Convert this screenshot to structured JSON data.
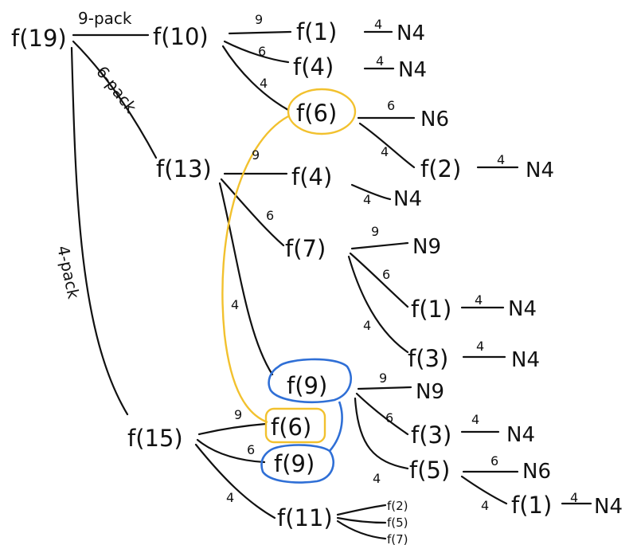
{
  "colors": {
    "ink": "#111111",
    "highlight_repeat_6": "#f2c12e",
    "highlight_repeat_9": "#2f6fd6"
  },
  "nodes": {
    "f19": "f(19)",
    "f10": "f(10)",
    "f13": "f(13)",
    "f15": "f(15)",
    "f1_a": "f(1)",
    "f4_a": "f(4)",
    "f6_a": "f(6)",
    "f2_a": "f(2)",
    "f4_b": "f(4)",
    "f7": "f(7)",
    "f1_b": "f(1)",
    "f3_a": "f(3)",
    "f9_a": "f(9)",
    "f6_b": "f(6)",
    "f9_b": "f(9)",
    "f3_b": "f(3)",
    "f5": "f(5)",
    "f1_c": "f(1)",
    "f11": "f(11)",
    "f2_small": "f(2)",
    "f5_small": "f(5)",
    "f7_small": "f(7)"
  },
  "leaves": {
    "n4_a": "N4",
    "n4_b": "N4",
    "n6_a": "N6",
    "n4_c": "N4",
    "n4_d": "N4",
    "n9_a": "N9",
    "n4_e": "N4",
    "n4_f": "N4",
    "n9_b": "N9",
    "n4_g": "N4",
    "n6_b": "N6",
    "n4_h": "N4"
  },
  "edge_labels": {
    "pack9": "9-pack",
    "pack6": "6-pack",
    "pack4": "4-pack",
    "e10_1": "9",
    "e10_4": "6",
    "e10_6": "4",
    "e1_n4": "4",
    "e4_n4": "4",
    "e6_n6": "6",
    "e6_2": "4",
    "e2_n4": "4",
    "e13_4": "9",
    "e13_7": "6",
    "e13_9": "4",
    "e4b_n4": "4",
    "e7_n9": "9",
    "e7_1": "6",
    "e7_3": "4",
    "e1b_n4": "4",
    "e3_n4": "4",
    "e9_n9": "9",
    "e9_3": "6",
    "e9_5": "4",
    "e3b_n4": "4",
    "e5_n6": "6",
    "e5_1": "4",
    "e1c_n4": "4",
    "e15_6": "9",
    "e15_9": "6",
    "e15_11": "4"
  }
}
